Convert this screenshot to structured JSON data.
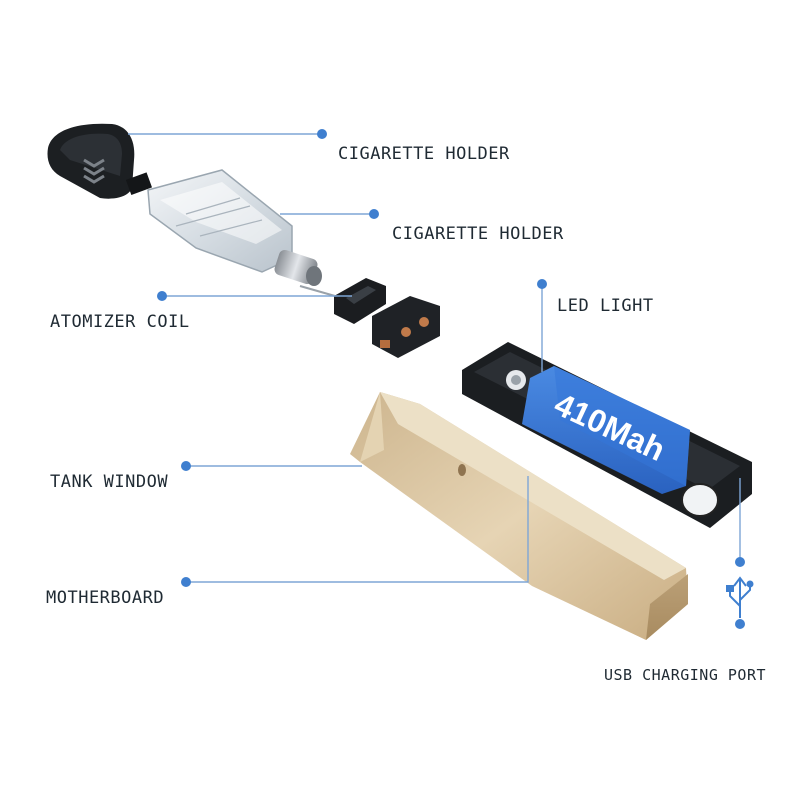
{
  "labels": {
    "cigarette_holder_top": "CIGARETTE HOLDER",
    "cigarette_holder_pod": "CIGARETTE HOLDER",
    "atomizer_coil": "ATOMIZER COIL",
    "led_light": "LED LIGHT",
    "tank_window": "TANK WINDOW",
    "motherboard": "MOTHERBOARD",
    "usb_charging_port": "USB CHARGING PORT"
  },
  "battery": {
    "capacity_text": "410Mah"
  },
  "icons": {
    "usb": "usb-icon"
  },
  "colors": {
    "leader_line": "#7ea6d6",
    "leader_dot": "#3f7fcf",
    "battery_blue": "#2f6fd0",
    "shell_gold": "#d8c3a0",
    "label_text": "#1f2a33"
  }
}
